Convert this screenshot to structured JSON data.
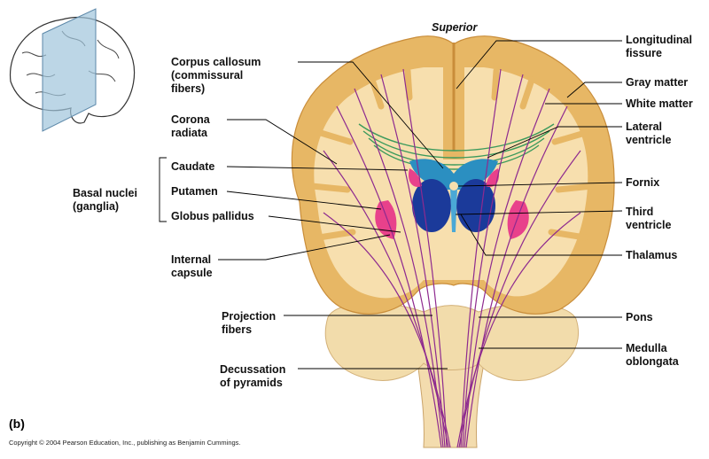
{
  "labels": {
    "superior": "Superior",
    "longitudinal_fissure": [
      "Longitudinal",
      "fissure"
    ],
    "gray_matter": "Gray matter",
    "white_matter": "White matter",
    "lateral_ventricle": [
      "Lateral",
      "ventricle"
    ],
    "fornix": "Fornix",
    "third_ventricle": [
      "Third",
      "ventricle"
    ],
    "thalamus": "Thalamus",
    "pons": "Pons",
    "medulla_oblongata": [
      "Medulla",
      "oblongata"
    ],
    "corpus_callosum": [
      "Corpus callosum",
      "(commissural",
      "fibers)"
    ],
    "corona_radiata": [
      "Corona",
      "radiata"
    ],
    "caudate": "Caudate",
    "putamen": "Putamen",
    "globus_pallidus": "Globus pallidus",
    "basal_nuclei": [
      "Basal nuclei",
      "(ganglia)"
    ],
    "internal_capsule": [
      "Internal",
      "capsule"
    ],
    "projection_fibers": [
      "Projection",
      "fibers"
    ],
    "decussation": [
      "Decussation",
      "of pyramids"
    ]
  },
  "panel_label": "(b)",
  "copyright": "Copyright © 2004 Pearson Education, Inc., publishing as Benjamin Cummings.",
  "colors": {
    "white_matter": "#f7dfae",
    "gray_matter": "#e7b765",
    "gray_outline": "#c98d3a",
    "fibers": "#8e2a8f",
    "commissural": "#3b9a5c",
    "ventricle": "#2b8fc1",
    "thalamus": "#1b3a9a",
    "basal_nuclei": "#e8418b",
    "pons": "#efd9a4"
  }
}
